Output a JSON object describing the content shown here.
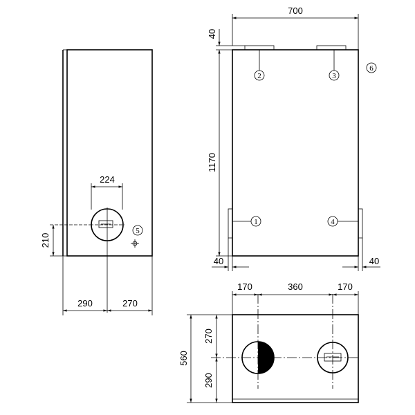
{
  "views": {
    "side": {
      "dims": {
        "width_top": "224",
        "height_left": "210",
        "bottom_left": "290",
        "bottom_right": "270"
      },
      "callout": "5"
    },
    "front": {
      "dims": {
        "top_width": "700",
        "top_gap": "40",
        "height": "1170",
        "bottom_left": "40",
        "bottom_right": "40"
      },
      "callouts": [
        "1",
        "2",
        "3",
        "4",
        "6"
      ]
    },
    "plan": {
      "dims": {
        "top_left": "170",
        "top_mid": "360",
        "top_right": "170",
        "depth": "560",
        "depth_upper": "270",
        "depth_lower": "290"
      }
    }
  },
  "icons": {
    "dimension_arrow": "arrow-icon",
    "callout_marker": "circle-number-icon",
    "drain_symbol": "drain-cross-icon"
  }
}
